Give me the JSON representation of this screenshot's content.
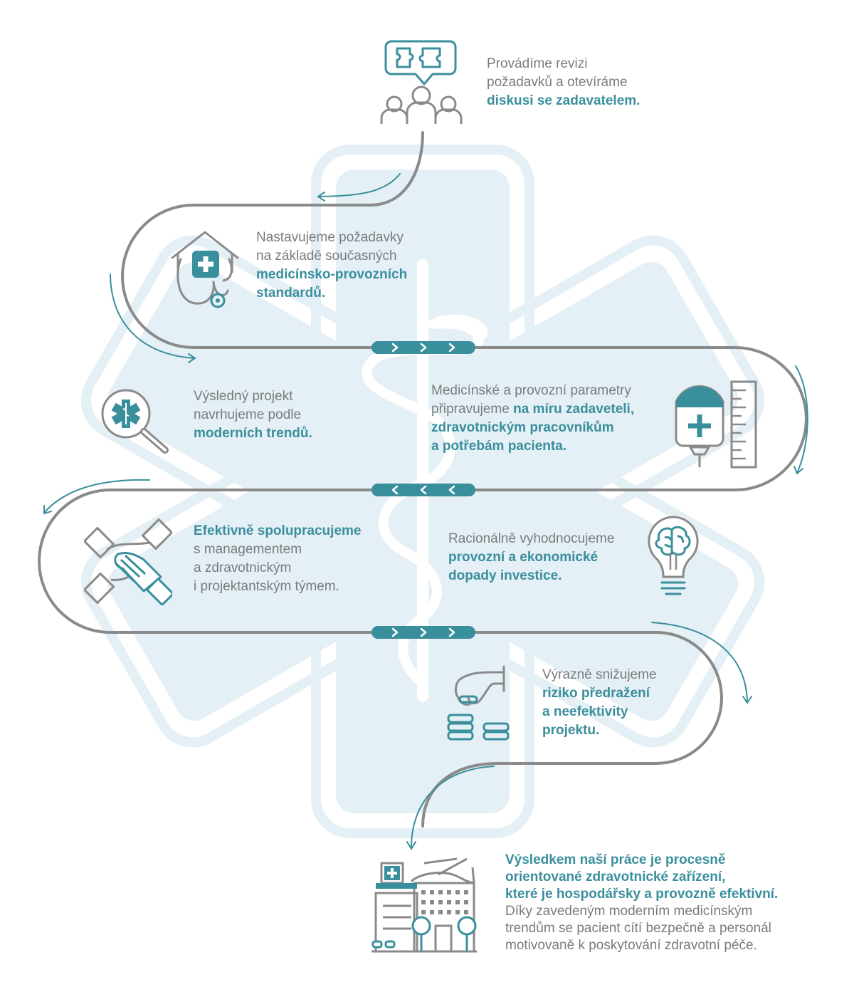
{
  "colors": {
    "teal": "#3a8f9c",
    "gray_line": "#8a8a8a",
    "text_gray": "#7b7b7b",
    "bg_star": "#e4eff6"
  },
  "steps": [
    {
      "id": "review",
      "icon": "discussion-people-icon",
      "lines": [
        [
          {
            "t": "Provádíme revizi",
            "hl": false
          }
        ],
        [
          {
            "t": "požadavků a otevíráme",
            "hl": false
          }
        ],
        [
          {
            "t": "diskusi se zadavatelem.",
            "hl": true
          }
        ]
      ]
    },
    {
      "id": "standards",
      "icon": "house-stethoscope-icon",
      "lines": [
        [
          {
            "t": "Nastavujeme požadavky",
            "hl": false
          }
        ],
        [
          {
            "t": "na základě současných",
            "hl": false
          }
        ],
        [
          {
            "t": "medicínsko-provozních",
            "hl": true
          }
        ],
        [
          {
            "t": "standardů.",
            "hl": true
          }
        ]
      ]
    },
    {
      "id": "trends",
      "icon": "magnifier-star-of-life-icon",
      "lines": [
        [
          {
            "t": "Výsledný projekt",
            "hl": false
          }
        ],
        [
          {
            "t": "navrhujeme podle",
            "hl": false
          }
        ],
        [
          {
            "t": "moderních trendů.",
            "hl": true
          }
        ]
      ]
    },
    {
      "id": "parameters",
      "icon": "infusion-bag-icon",
      "lines": [
        [
          {
            "t": "Medicínské a provozní parametry",
            "hl": false
          }
        ],
        [
          {
            "t": "připravujeme ",
            "hl": false
          },
          {
            "t": "na míru zadaveteli,",
            "hl": true
          }
        ],
        [
          {
            "t": "zdravotnickým pracovníkům",
            "hl": true
          }
        ],
        [
          {
            "t": "a potřebám pacienta.",
            "hl": true
          }
        ]
      ]
    },
    {
      "id": "cooperation",
      "icon": "hands-teamwork-icon",
      "lines": [
        [
          {
            "t": "Efektivně spolupracujeme",
            "hl": true
          }
        ],
        [
          {
            "t": "s managementem",
            "hl": false
          }
        ],
        [
          {
            "t": "a zdravotnickým",
            "hl": false
          }
        ],
        [
          {
            "t": "i projektantským týmem.",
            "hl": false
          }
        ]
      ]
    },
    {
      "id": "evaluation",
      "icon": "lightbulb-brain-icon",
      "lines": [
        [
          {
            "t": "Racionálně vyhodnocujeme",
            "hl": false
          }
        ],
        [
          {
            "t": "provozní a ekonomické",
            "hl": true
          }
        ],
        [
          {
            "t": "dopady investice.",
            "hl": true
          }
        ]
      ]
    },
    {
      "id": "risk",
      "icon": "coins-hand-icon",
      "lines": [
        [
          {
            "t": "Výrazně snižujeme",
            "hl": false
          }
        ],
        [
          {
            "t": "riziko předražení",
            "hl": true
          }
        ],
        [
          {
            "t": "a neefektivity",
            "hl": true
          }
        ],
        [
          {
            "t": "projektu.",
            "hl": true
          }
        ]
      ]
    },
    {
      "id": "result",
      "icon": "hospital-building-icon",
      "lines": [
        [
          {
            "t": "Výsledkem naší práce je procesně",
            "hl": true
          }
        ],
        [
          {
            "t": "orientované zdravotnické zařízení,",
            "hl": true
          }
        ],
        [
          {
            "t": "které je hospodářsky a provozně efektivní.",
            "hl": true
          }
        ],
        [
          {
            "t": "Díky zavedeným moderním medicínským",
            "hl": false
          }
        ],
        [
          {
            "t": "trendům se pacient cítí bezpečně a personál",
            "hl": false
          }
        ],
        [
          {
            "t": "motivovaně k poskytování zdravotní péče.",
            "hl": false
          }
        ]
      ]
    }
  ],
  "flow_markers": [
    {
      "direction": "right",
      "glyph": ">"
    },
    {
      "direction": "left",
      "glyph": "<"
    },
    {
      "direction": "right",
      "glyph": ">"
    }
  ]
}
